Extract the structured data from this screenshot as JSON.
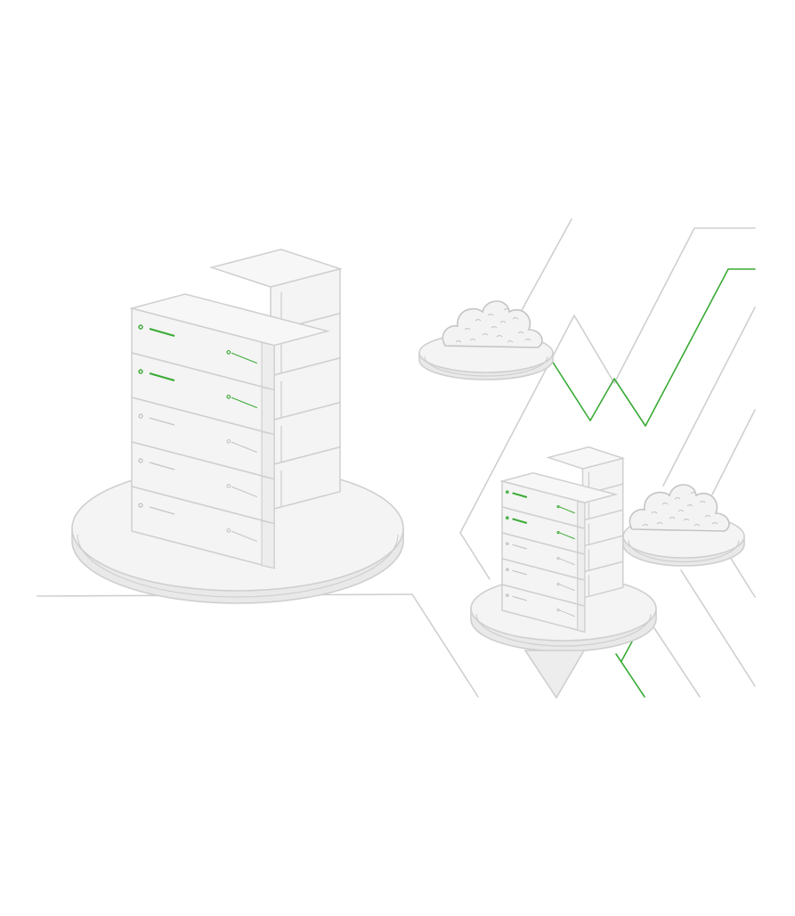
{
  "colors": {
    "background": "#ffffff",
    "line": "#cfcfcf",
    "line_dark": "#c4c4c4",
    "face_light": "#f4f4f4",
    "face_mid": "#ededed",
    "accent": "#3aaa35"
  },
  "racks": [
    {
      "name": "rack-large",
      "front_units": 5,
      "side_units": 5,
      "active_units": 2
    },
    {
      "name": "rack-small",
      "front_units": 5,
      "side_units": 5,
      "active_units": 2
    }
  ],
  "clouds": [
    {
      "name": "cloud-left"
    },
    {
      "name": "cloud-right"
    }
  ],
  "icons": [
    "server-rack-icon",
    "data-cloud-icon",
    "platform-disc-icon",
    "connection-line-icon"
  ]
}
